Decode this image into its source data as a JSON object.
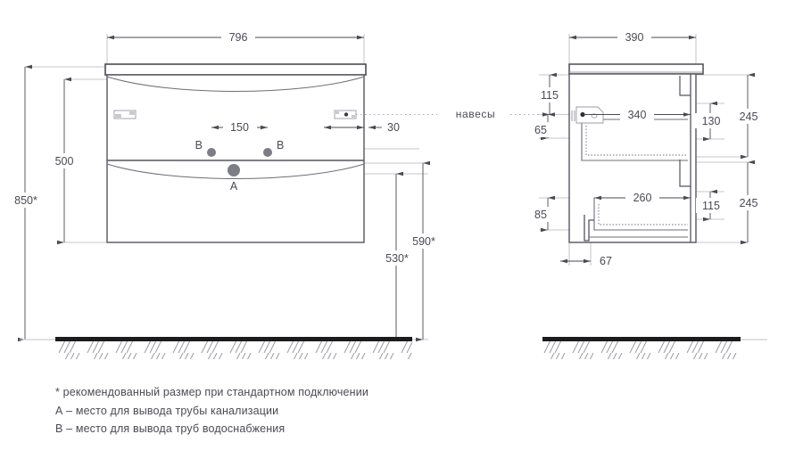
{
  "drawing": {
    "title": "",
    "views": {
      "front": {
        "name": "front-elevation",
        "dimensions": {
          "width": "796",
          "cabinet_height": "500",
          "total_height": "850*",
          "faucet_spacing": "150",
          "side_offset": "30",
          "drain_height": "530*",
          "outlet_height": "590*"
        },
        "markers": {
          "drain": "A",
          "water_left": "B",
          "water_right": "B"
        }
      },
      "side": {
        "name": "side-section",
        "dimensions": {
          "depth": "390",
          "top_offset": "115",
          "hanger_offset": "65",
          "upper_drawer_depth": "340",
          "upper_drawer_height": "130",
          "upper_block": "245",
          "lower_drawer_depth": "260",
          "lower_drawer_height": "115",
          "lower_block": "245",
          "plinth_offset": "85",
          "foot_offset": "67"
        }
      }
    },
    "annotations": {
      "hangers_label": "навесы"
    },
    "legend": [
      "* рекомендованный размер при стандартном подключении",
      "А – место для вывода трубы канализации",
      "В – место для вывода труб водоснабжения"
    ],
    "colors": {
      "line": "#4a4a55",
      "thin": "#9a9aa4",
      "dim": "#8c8c96",
      "marker": "#7d7d86",
      "floor": "#1c1c1c"
    }
  }
}
